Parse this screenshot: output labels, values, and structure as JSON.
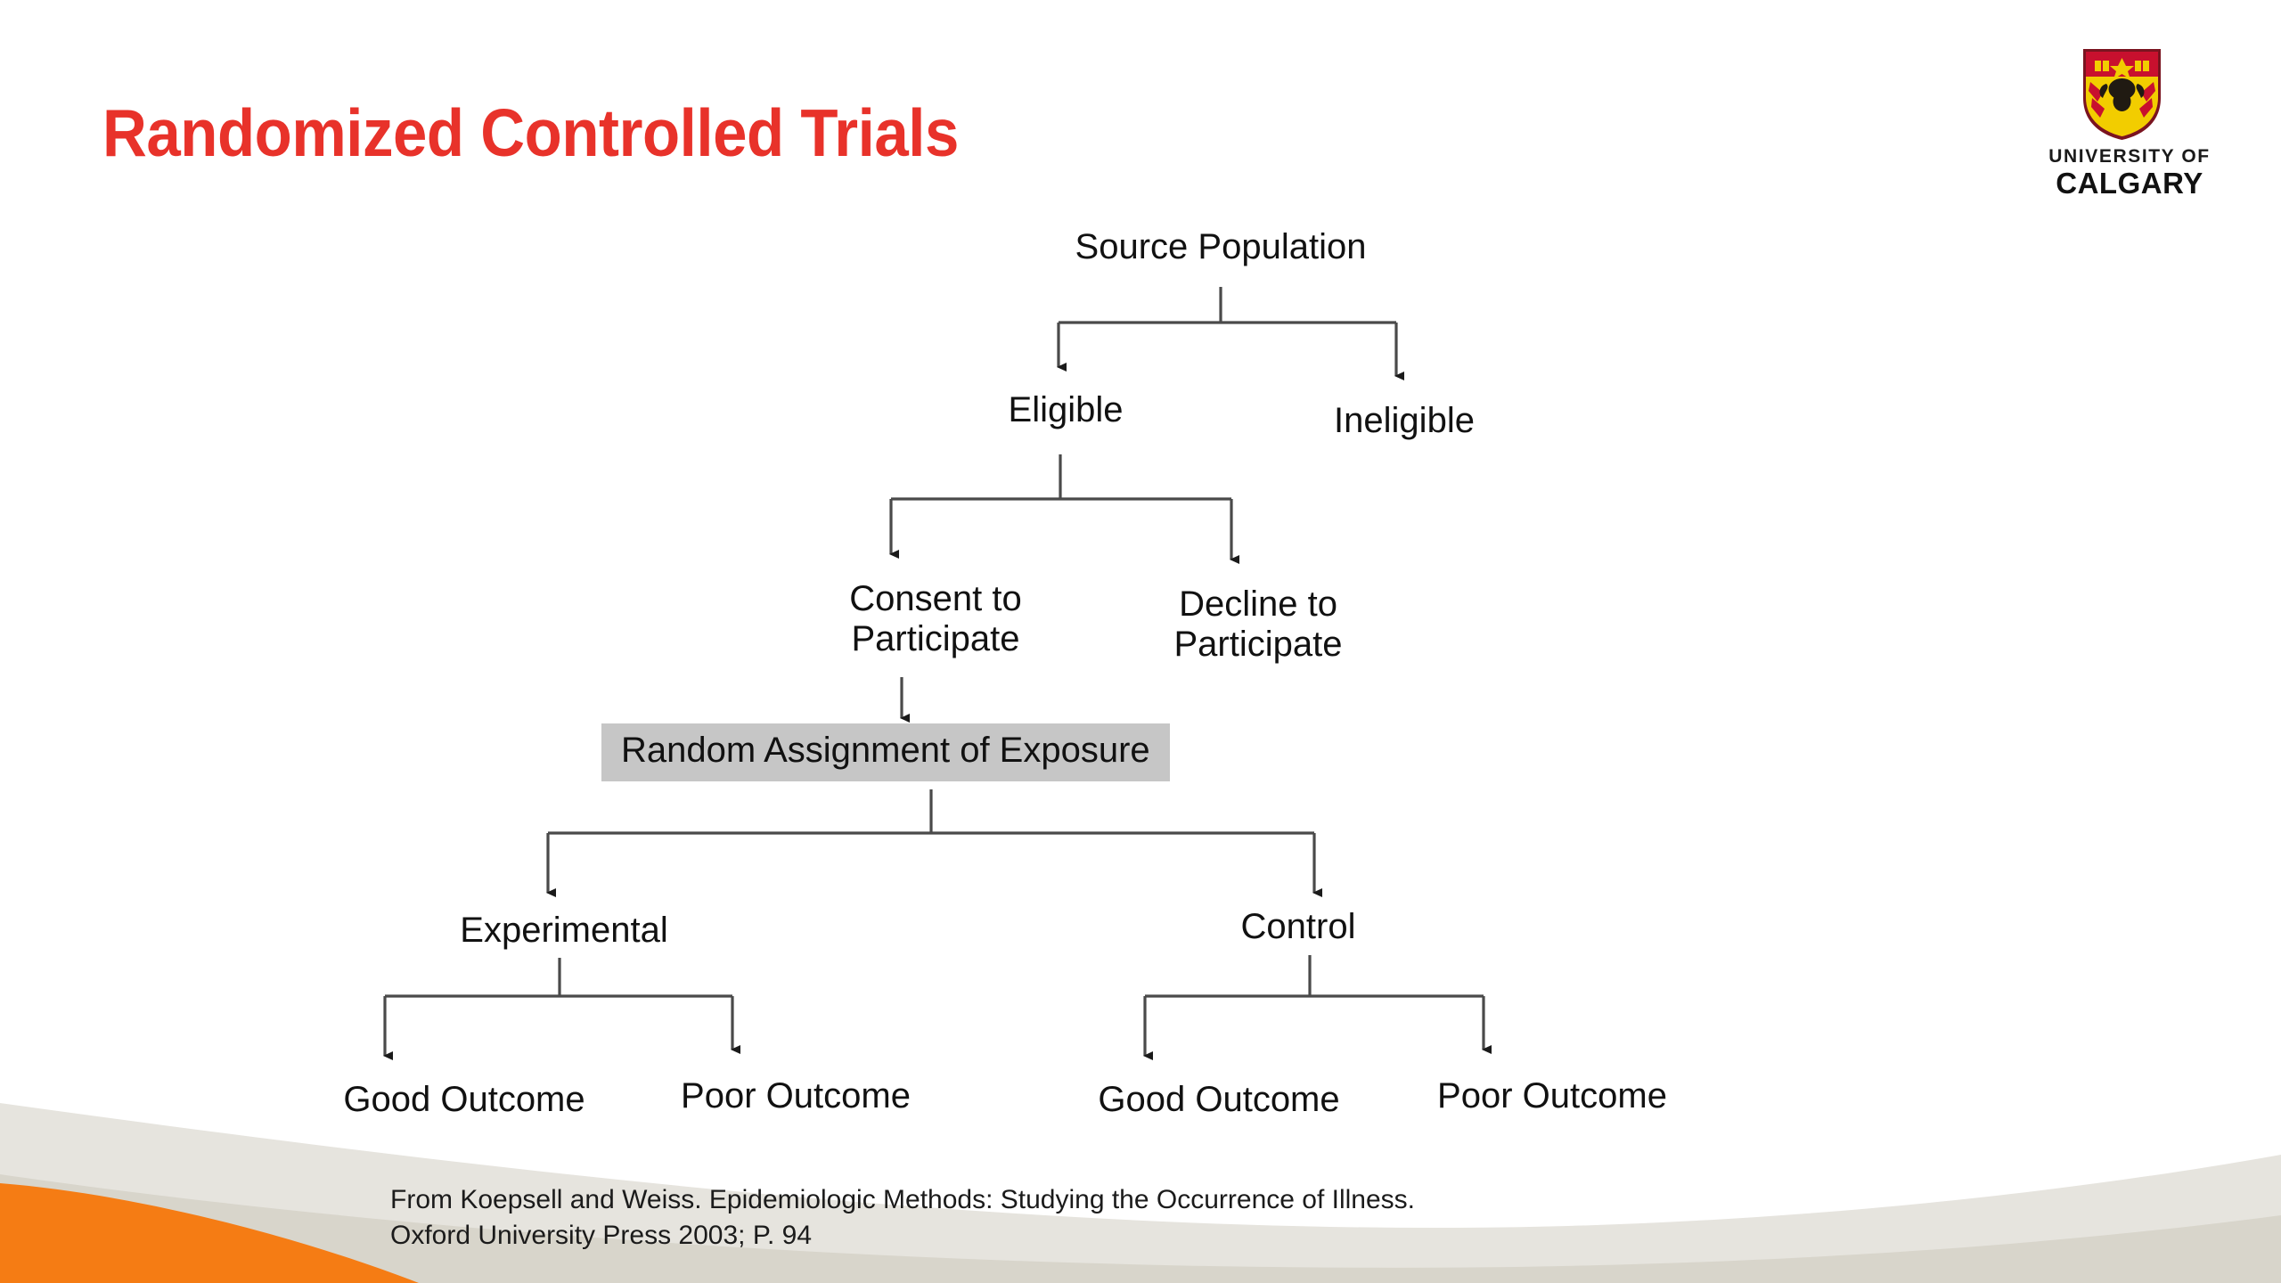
{
  "slide": {
    "title": "Randomized Controlled Trials",
    "background_color": "#FFFFFF",
    "title_color": "#E8322A",
    "accent_orange": "#F57C14",
    "accent_gray": "#DEDCD6",
    "box_fill": "#C6C6C6"
  },
  "logo": {
    "line1": "UNIVERSITY OF",
    "line2": "CALGARY",
    "crest_colors": {
      "shield_red": "#C8102E",
      "shield_gold": "#F2CD00",
      "shield_dark": "#201A12"
    }
  },
  "chart_data": {
    "type": "diagram",
    "title": "Randomized Controlled Trials",
    "nodes": [
      {
        "id": "source",
        "label": "Source Population",
        "level": 0
      },
      {
        "id": "eligible",
        "label": "Eligible",
        "level": 1
      },
      {
        "id": "ineligible",
        "label": "Ineligible",
        "level": 1
      },
      {
        "id": "consent",
        "label": "Consent to Participate",
        "level": 2
      },
      {
        "id": "decline",
        "label": "Decline to Participate",
        "level": 2
      },
      {
        "id": "random",
        "label": "Random Assignment of Exposure",
        "level": 3,
        "highlight": true
      },
      {
        "id": "experimental",
        "label": "Experimental",
        "level": 4
      },
      {
        "id": "control",
        "label": "Control",
        "level": 4
      },
      {
        "id": "exp_good",
        "label": "Good Outcome",
        "level": 5
      },
      {
        "id": "exp_poor",
        "label": "Poor Outcome",
        "level": 5
      },
      {
        "id": "ctl_good",
        "label": "Good Outcome",
        "level": 5
      },
      {
        "id": "ctl_poor",
        "label": "Poor Outcome",
        "level": 5
      }
    ],
    "edges": [
      {
        "from": "source",
        "to": "eligible"
      },
      {
        "from": "source",
        "to": "ineligible"
      },
      {
        "from": "eligible",
        "to": "consent"
      },
      {
        "from": "eligible",
        "to": "decline"
      },
      {
        "from": "consent",
        "to": "random"
      },
      {
        "from": "random",
        "to": "experimental"
      },
      {
        "from": "random",
        "to": "control"
      },
      {
        "from": "experimental",
        "to": "exp_good"
      },
      {
        "from": "experimental",
        "to": "exp_poor"
      },
      {
        "from": "control",
        "to": "ctl_good"
      },
      {
        "from": "control",
        "to": "ctl_poor"
      }
    ]
  },
  "diagram_labels": {
    "source_population": "Source Population",
    "eligible": "Eligible",
    "ineligible": "Ineligible",
    "consent": "Consent to Participate",
    "decline": "Decline to Participate",
    "random_assignment": "Random Assignment of Exposure",
    "experimental": "Experimental",
    "control": "Control",
    "exp_good_outcome": "Good Outcome",
    "exp_poor_outcome": "Poor Outcome",
    "ctl_good_outcome": "Good Outcome",
    "ctl_poor_outcome": "Poor Outcome"
  },
  "caption": {
    "line1": "From Koepsell and Weiss. Epidemiologic Methods: Studying the Occurrence of Illness.",
    "line2": "Oxford University Press 2003; P. 94"
  }
}
